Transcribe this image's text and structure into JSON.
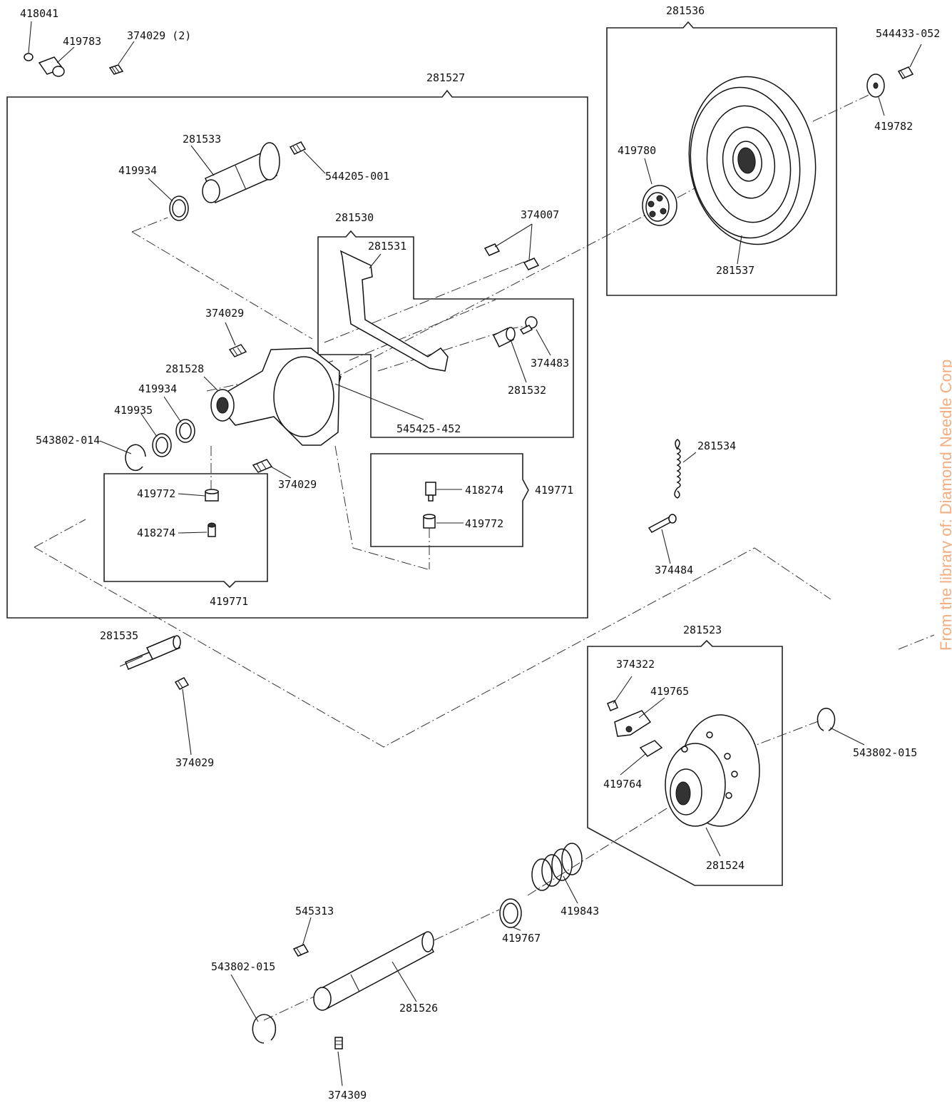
{
  "labels": {
    "p418041": "418041",
    "p419783": "419783",
    "p374029_2": "374029 (2)",
    "p281536": "281536",
    "p544433_052": "544433-052",
    "p419782": "419782",
    "p281527": "281527",
    "p281533": "281533",
    "p544205_001": "544205-001",
    "p419934_a": "419934",
    "p419780": "419780",
    "p281537": "281537",
    "p281530": "281530",
    "p374007": "374007",
    "p281531": "281531",
    "p374029_a": "374029",
    "p281528": "281528",
    "p419934_b": "419934",
    "p419935": "419935",
    "p543802_014": "543802-014",
    "p374483": "374483",
    "p281532": "281532",
    "p545425_452": "545425-452",
    "p374029_b": "374029",
    "p281534": "281534",
    "p419771_a": "419771",
    "p418274_a": "418274",
    "p419772_a": "419772",
    "p419772_b": "419772",
    "p418274_b": "418274",
    "p419771_b": "419771",
    "p374484": "374484",
    "p281535": "281535",
    "p374029_c": "374029",
    "p281523": "281523",
    "p374322": "374322",
    "p419765": "419765",
    "p543802_015_a": "543802-015",
    "p419764": "419764",
    "p281524": "281524",
    "p419843": "419843",
    "p419767": "419767",
    "p545313": "545313",
    "p543802_015_b": "543802-015",
    "p281526": "281526",
    "p374309": "374309"
  },
  "watermark": "From the library of: Diamond Needle Corp"
}
